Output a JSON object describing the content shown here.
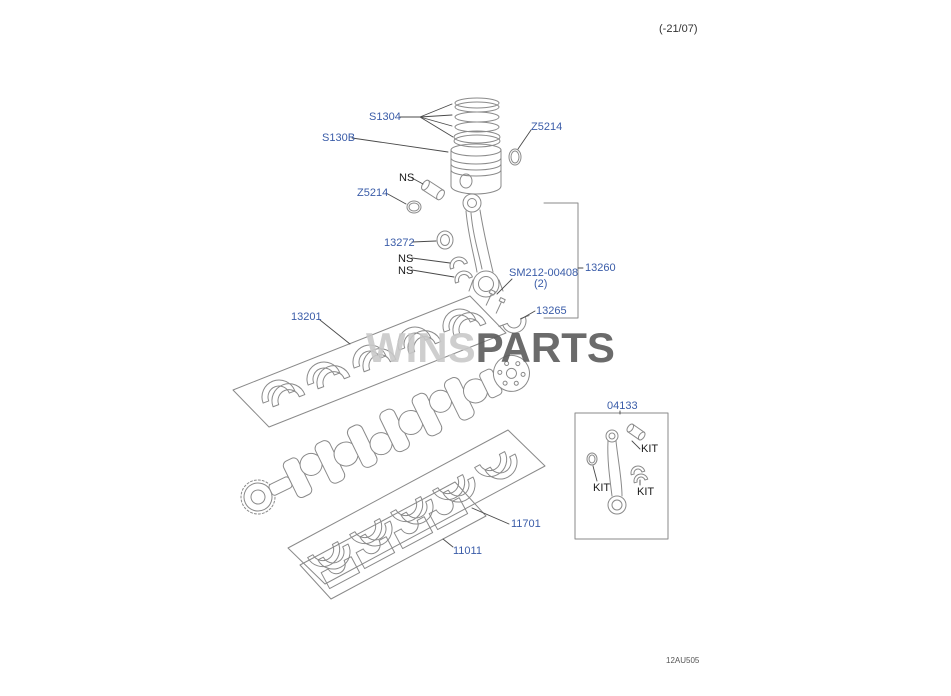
{
  "page": {
    "revision": "(-21/07)",
    "doc_code": "12AU505",
    "watermark": {
      "left": "WINS",
      "right": "PARTS"
    }
  },
  "colors": {
    "part_label": "#3a5ca8",
    "line": "#8a8a8a",
    "leader": "#4a4a4a"
  },
  "labels": {
    "s1304": "S1304",
    "s130b": "S130B",
    "z5214_right": "Z5214",
    "ns_pin": "NS",
    "z5214_left": "Z5214",
    "p13272": "13272",
    "ns_shell_upper": "NS",
    "ns_shell_lower": "NS",
    "sm212": "SM212-00408",
    "sm212_qty": "(2)",
    "p13260": "13260",
    "p13265": "13265",
    "p13201": "13201",
    "p11701": "11701",
    "p11011": "11011",
    "p04133": "04133",
    "kit_a": "KIT",
    "kit_b": "KIT",
    "kit_c": "KIT"
  }
}
